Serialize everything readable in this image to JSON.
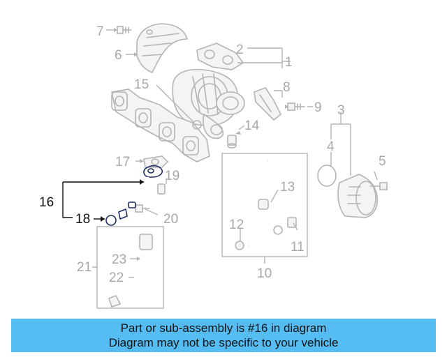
{
  "callouts": {
    "c1": "1",
    "c2": "2",
    "c3": "3",
    "c4": "4",
    "c5": "5",
    "c6": "6",
    "c7": "7",
    "c8": "8",
    "c9": "9",
    "c10": "10",
    "c11": "11",
    "c12": "12",
    "c13": "13",
    "c14": "14",
    "c15": "15",
    "c16": "16",
    "c17": "17",
    "c18": "18",
    "c19": "19",
    "c20": "20",
    "c21": "21",
    "c22": "22",
    "c23": "23"
  },
  "highlighted_part": "16",
  "banner": {
    "line1": "Part or sub-assembly is #16 in diagram",
    "line2": "Diagram may not be specific to your vehicle"
  },
  "colors": {
    "banner_bg": "#56bdf2",
    "line_art": "#b4b4b4",
    "highlight": "#1f2d66"
  }
}
